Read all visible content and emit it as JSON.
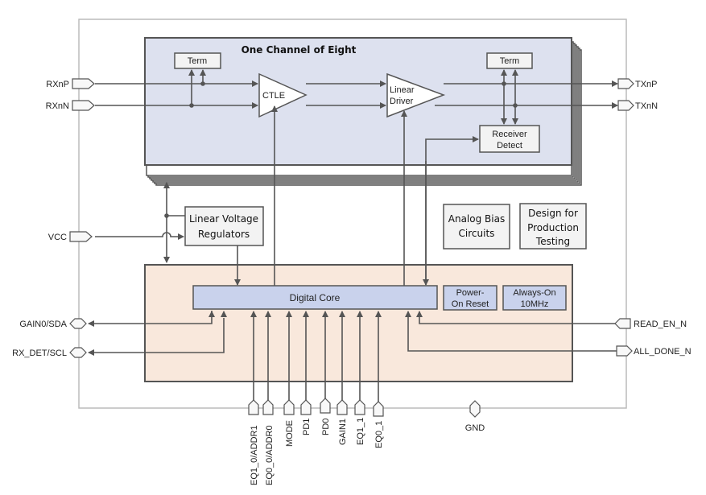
{
  "diagram": {
    "channel": {
      "title": "One Channel of Eight",
      "term_rx": "Term",
      "term_tx": "Term",
      "ctle": "CTLE",
      "linear_driver": [
        "Linear",
        "Driver"
      ],
      "receiver_detect": [
        "Receiver",
        "Detect"
      ],
      "fill": "#dde1ef"
    },
    "blocks": {
      "linear_voltage_regulators": [
        "Linear Voltage",
        "Regulators"
      ],
      "analog_bias": [
        "Analog Bias",
        "Circuits"
      ],
      "dft": [
        "Design for",
        "Production",
        "Testing"
      ],
      "digital_core": "Digital Core",
      "power_on_reset": [
        "Power-",
        "On Reset"
      ],
      "always_on": [
        "Always-On",
        "10MHz"
      ]
    },
    "colors": {
      "digital_area": "#f9e8dc",
      "core_fill": "#c9d2ec",
      "wire": "#555555"
    },
    "pins": {
      "left": [
        "RXnP",
        "RXnN",
        "VCC",
        "GAIN0/SDA",
        "RX_DET/SCL"
      ],
      "right": [
        "TXnP",
        "TXnN",
        "READ_EN_N",
        "ALL_DONE_N"
      ],
      "bottom": [
        "EQ1_0/ADDR1",
        "EQ0_0/ADDR0",
        "MODE",
        "PD1",
        "PD0",
        "GAIN1",
        "EQ1_1",
        "EQ0_1"
      ],
      "ground": "GND"
    }
  }
}
